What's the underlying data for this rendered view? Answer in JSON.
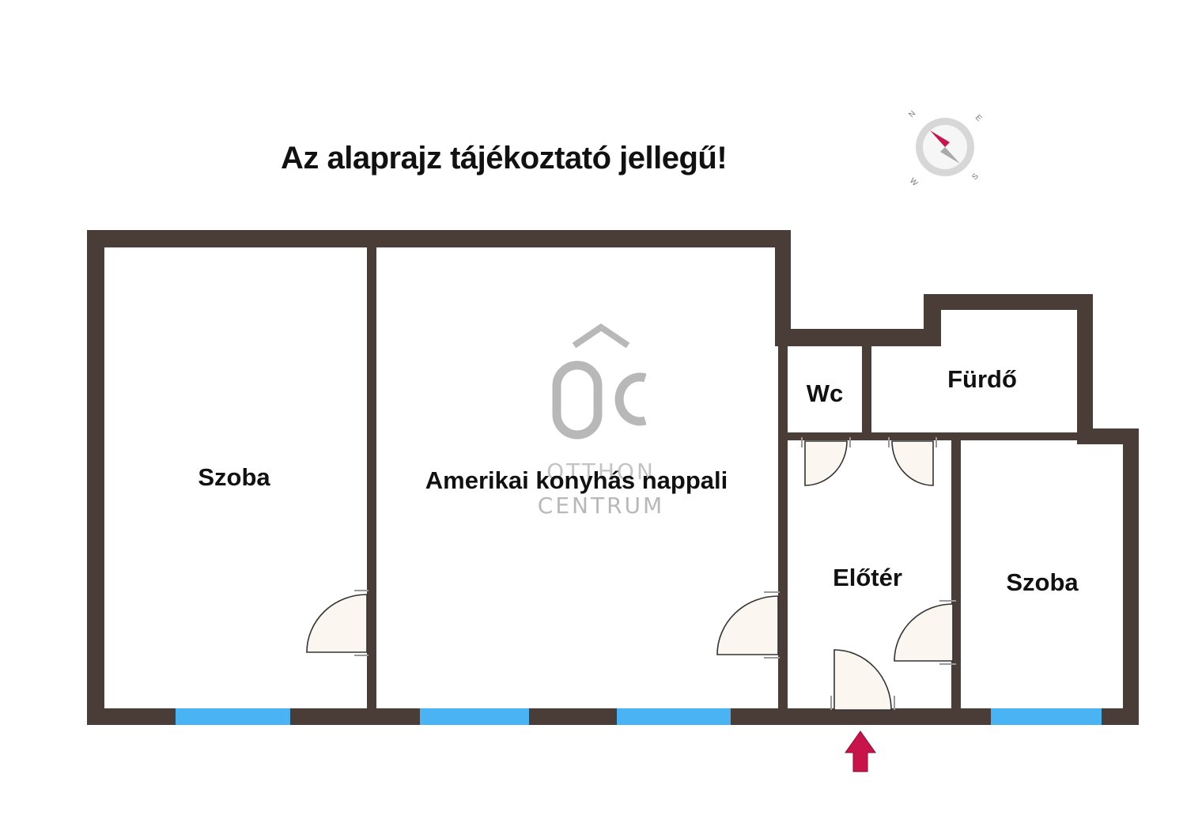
{
  "title": "Az alaprajz tájékoztató jellegű!",
  "colors": {
    "wall": "#4a3d37",
    "window": "#4ab3f4",
    "door_fill": "#fbf6ef",
    "entrance_arrow": "#c8144a",
    "watermark": "#b8b8b8",
    "compass_ring": "#d7d7d7",
    "compass_needle": "#c8144a"
  },
  "rooms": [
    {
      "id": "szoba-left",
      "label": "Szoba"
    },
    {
      "id": "nappali",
      "label": "Amerikai konyhás nappali"
    },
    {
      "id": "wc",
      "label": "Wc"
    },
    {
      "id": "furdo",
      "label": "Fürdő"
    },
    {
      "id": "eloter",
      "label": "Előtér"
    },
    {
      "id": "szoba-right",
      "label": "Szoba"
    }
  ],
  "compass": {
    "n": "N",
    "e": "E",
    "s": "S",
    "w": "W"
  },
  "watermark": {
    "logo": "ÔC",
    "line1": "OTTHON",
    "line2": "CENTRUM"
  },
  "icons": {
    "entrance": "entrance-arrow-icon",
    "compass": "compass-icon",
    "door": "door-swing-icon"
  }
}
